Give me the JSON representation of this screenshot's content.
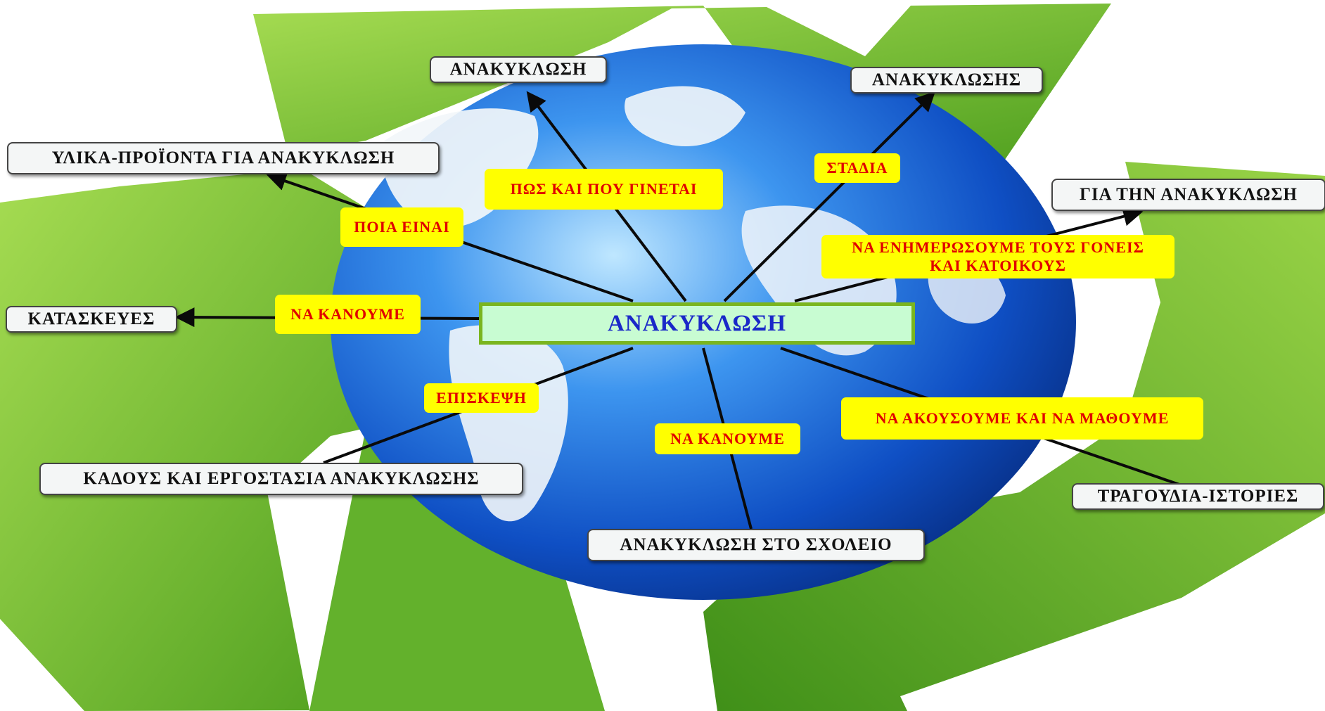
{
  "center": {
    "label": "ΑΝΑΚΥΚΛΩΣΗ"
  },
  "outer": {
    "top_left": "ΑΝΑΚΥΚΛΩΣΗ",
    "top_right": "ΑΝΑΚΥΚΛΩΣΗΣ",
    "materials": "ΥΛΙΚΑ-ΠΡΟΪΟΝΤΑ ΓΙΑ ΑΝΑΚΥΚΛΩΣΗ",
    "about": "ΓΙΑ ΤΗΝ ΑΝΑΚΥΚΛΩΣΗ",
    "constructions": "ΚΑΤΑΣΚΕΥΕΣ",
    "bins": "ΚΑΔΟΥΣ ΚΑΙ ΕΡΓΟΣΤΑΣΙΑ ΑΝΑΚΥΚΛΩΣΗΣ",
    "songs": "ΤΡΑΓΟΥΔΙΑ-ΙΣΤΟΡΙΕΣ",
    "school": "ΑΝΑΚΥΚΛΩΣΗ ΣΤΟ ΣΧΟΛΕΙΟ"
  },
  "links": {
    "how_where": "ΠΩΣ ΚΑΙ ΠΟΥ ΓΙΝΕΤΑΙ",
    "stages": "ΣΤΑΔΙΑ",
    "which": "ΠΟΙΑ ΕΙΝΑΙ",
    "inform_line1": "ΝΑ ΕΝΗΜΕΡΩΣΟΥΜΕ ΤΟΥΣ ΓΟΝΕΙΣ",
    "inform_line2": "ΚΑΙ ΚΑΤΟΙΚΟΥΣ",
    "make_left": "ΝΑ ΚΑΝΟΥΜΕ",
    "visit": "ΕΠΙΣΚΕΨΗ",
    "make_bottom": "ΝΑ ΚΑΝΟΥΜΕ",
    "listen_learn": "ΝΑ ΑΚΟΥΣΟΥΜΕ ΚΑΙ ΝΑ ΜΑΘΟΥΜΕ"
  },
  "colors": {
    "arrow_green": "#7cc242",
    "globe_blue": "#1f6ee0",
    "label_yellow": "#ffff00",
    "label_red": "#e00000",
    "center_text": "#1a28c8"
  }
}
